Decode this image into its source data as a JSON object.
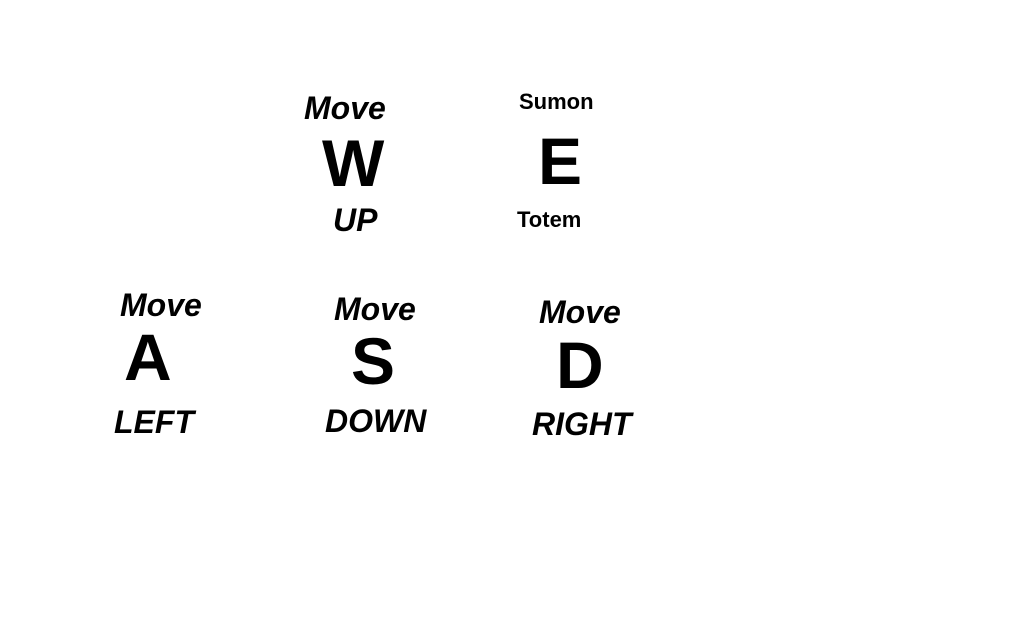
{
  "keys": {
    "w": {
      "top_label": "Move",
      "key": "W",
      "bottom_label": "UP"
    },
    "e": {
      "top_label": "Sumon",
      "key": "E",
      "bottom_label": "Totem"
    },
    "a": {
      "top_label": "Move",
      "key": "A",
      "bottom_label": "LEFT"
    },
    "s": {
      "top_label": "Move",
      "key": "S",
      "bottom_label": "DOWN"
    },
    "d": {
      "top_label": "Move",
      "key": "D",
      "bottom_label": "RIGHT"
    }
  },
  "colors": {
    "background": "#ffffff",
    "text": "#000000"
  }
}
